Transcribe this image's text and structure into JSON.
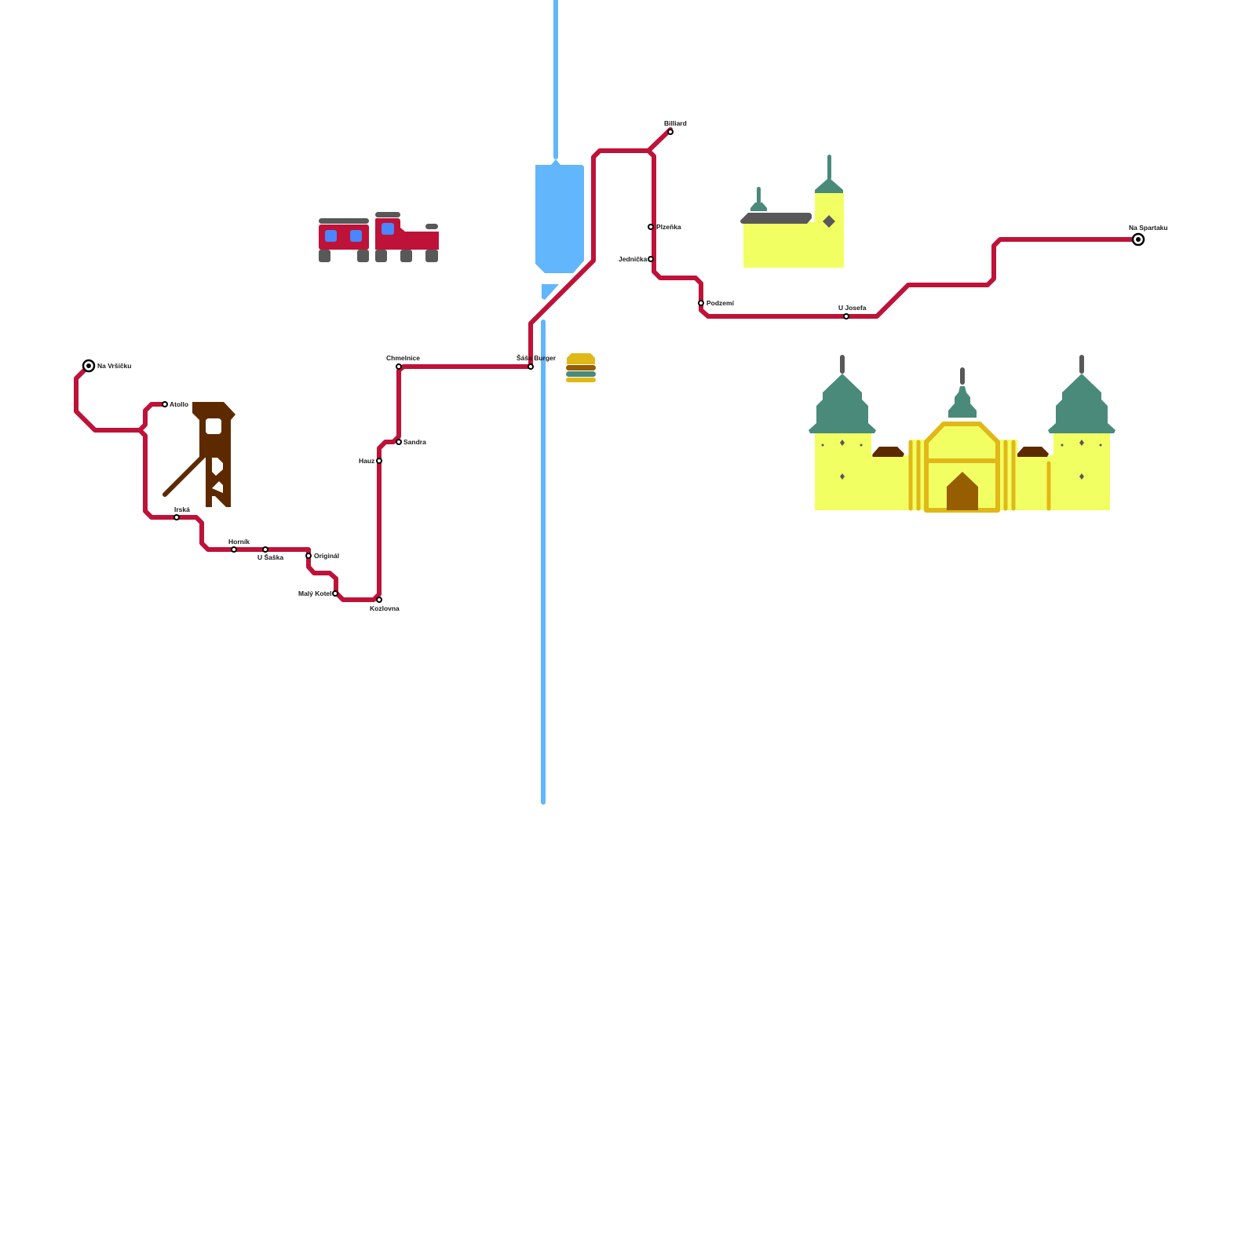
{
  "map": {
    "colors": {
      "route": "#be1238",
      "river": "#62b6fc",
      "station_outline": "#000000",
      "castle_wall": "#f2ff63",
      "roof_green": "#4a8a7a",
      "roof_brown": "#5d2a00",
      "gold": "#e0b818",
      "door_brown": "#975e00",
      "grey": "#585858",
      "window_blue": "#4a86ff"
    },
    "line": {
      "name": "Red line",
      "terminals": [
        "Na Vršíčku",
        "Na Spartaku"
      ]
    },
    "stations": [
      {
        "id": "na-vrsicku",
        "name": "Na Vršíčku",
        "terminus": true
      },
      {
        "id": "atollo",
        "name": "Atollo",
        "terminus": false
      },
      {
        "id": "irska",
        "name": "Irská",
        "terminus": false
      },
      {
        "id": "hornik",
        "name": "Horník",
        "terminus": false
      },
      {
        "id": "u-saska",
        "name": "U Šaška",
        "terminus": false
      },
      {
        "id": "original",
        "name": "Originál",
        "terminus": false
      },
      {
        "id": "maly-kotel",
        "name": "Malý Kotel",
        "terminus": false
      },
      {
        "id": "kozlovna",
        "name": "Kozlovna",
        "terminus": false
      },
      {
        "id": "hauz",
        "name": "Hauz",
        "terminus": false
      },
      {
        "id": "sandra",
        "name": "Sandra",
        "terminus": false
      },
      {
        "id": "chmelnice",
        "name": "Chmelnice",
        "terminus": false
      },
      {
        "id": "sasa-burger",
        "name": "Šáša Burger",
        "terminus": false
      },
      {
        "id": "billiard",
        "name": "Billiard",
        "terminus": false
      },
      {
        "id": "plzenka",
        "name": "Plzeňka",
        "terminus": false
      },
      {
        "id": "jednicka",
        "name": "Jednička",
        "terminus": false
      },
      {
        "id": "podzemi",
        "name": "Podzemí",
        "terminus": false
      },
      {
        "id": "u-josefa",
        "name": "U Josefa",
        "terminus": false
      },
      {
        "id": "na-spartaku",
        "name": "Na Spartaku",
        "terminus": true
      }
    ],
    "landmarks": [
      {
        "id": "train",
        "icon": "train-icon"
      },
      {
        "id": "mine-tower",
        "icon": "mine-tower-icon"
      },
      {
        "id": "reservoir",
        "icon": "reservoir-icon"
      },
      {
        "id": "burger",
        "icon": "burger-icon"
      },
      {
        "id": "church",
        "icon": "church-icon"
      },
      {
        "id": "castle",
        "icon": "castle-icon"
      }
    ]
  }
}
